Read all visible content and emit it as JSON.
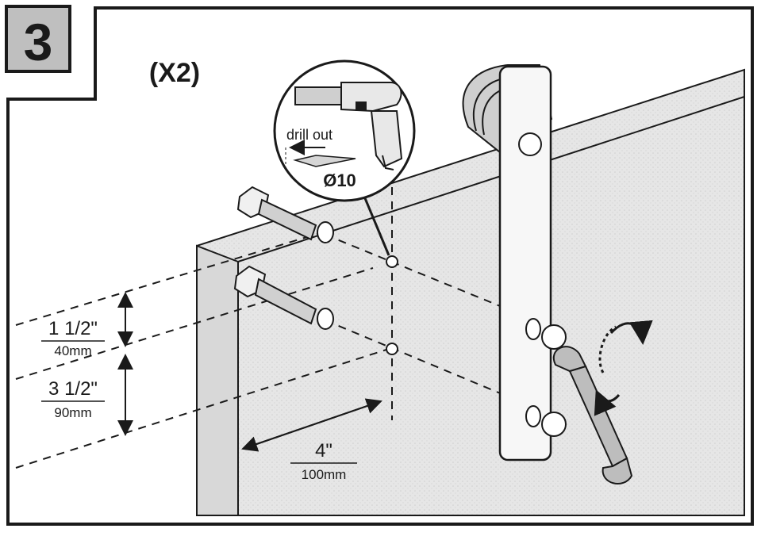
{
  "step": {
    "number": "3"
  },
  "quantity": "(X2)",
  "callout": {
    "drill_label": "drill out",
    "diameter": "Ø10"
  },
  "dimensions": {
    "upper_spacing": {
      "imperial": "1 1/2\"",
      "metric": "40mm"
    },
    "lower_spacing": {
      "imperial": "3 1/2\"",
      "metric": "90mm"
    },
    "edge_offset": {
      "imperial": "4\"",
      "metric": "100mm"
    }
  },
  "colors": {
    "line": "#1a1a1a",
    "door_fill": "#e4e4e4",
    "hanger_fill": "#f7f7f7",
    "step_badge_fill": "#bfbfbf"
  },
  "icons": [
    "drill-icon",
    "wrench-icon",
    "rotate-arrow-icon",
    "bolt-icon",
    "washer-icon",
    "nut-icon",
    "roller-wheel-icon"
  ]
}
